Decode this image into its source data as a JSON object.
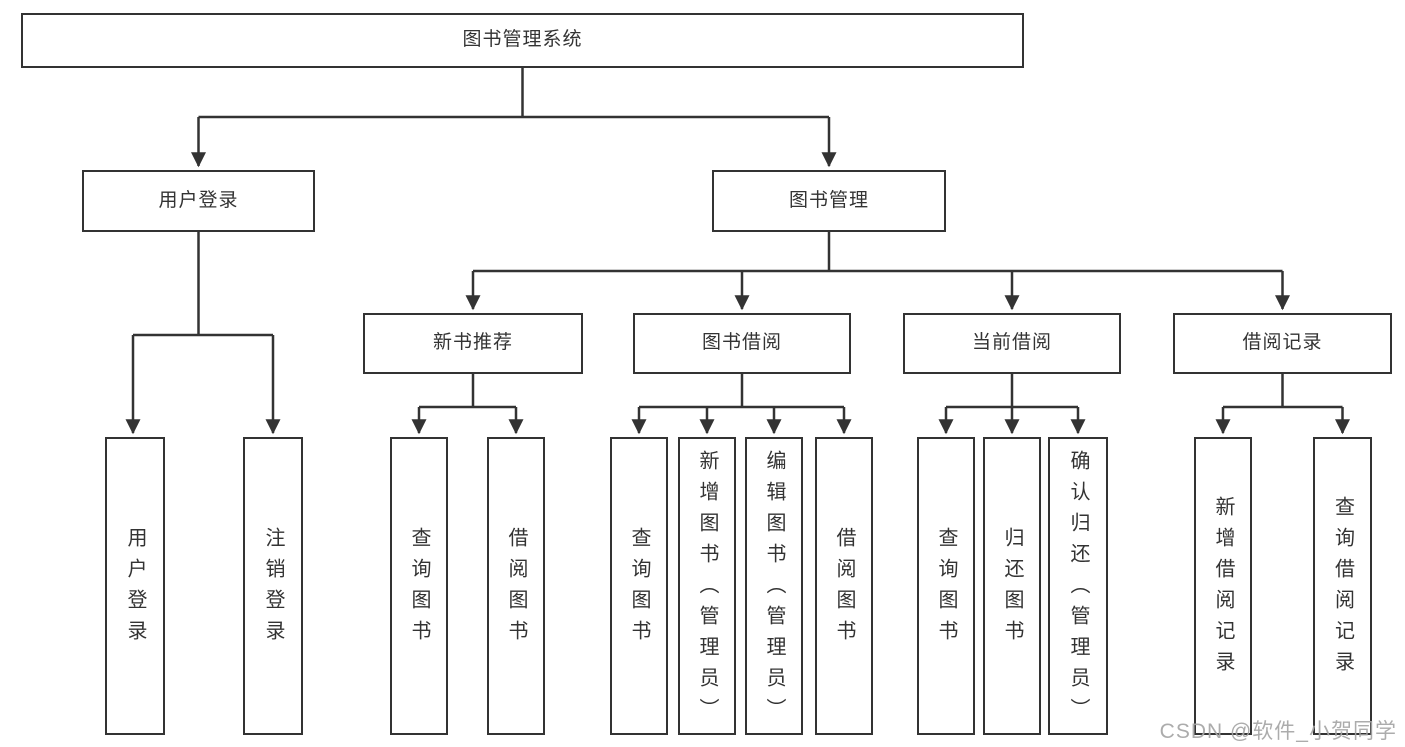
{
  "colors": {
    "line": "#333333",
    "node_border": "#333333",
    "text": "#333333",
    "background": "#ffffff",
    "watermark": "#a5a5a5"
  },
  "watermark": {
    "text": "CSDN @软件_小贺同学"
  },
  "tree": {
    "root": {
      "label": "图书管理系统",
      "children": [
        {
          "label": "用户登录",
          "children": [
            {
              "label": "用户登录"
            },
            {
              "label": "注销登录"
            }
          ]
        },
        {
          "label": "图书管理",
          "children": [
            {
              "label": "新书推荐",
              "children": [
                {
                  "label": "查询图书"
                },
                {
                  "label": "借阅图书"
                }
              ]
            },
            {
              "label": "图书借阅",
              "children": [
                {
                  "label": "查询图书"
                },
                {
                  "label": "新增图书（管理员）"
                },
                {
                  "label": "编辑图书（管理员）"
                },
                {
                  "label": "借阅图书"
                }
              ]
            },
            {
              "label": "当前借阅",
              "children": [
                {
                  "label": "查询图书"
                },
                {
                  "label": "归还图书"
                },
                {
                  "label": "确认归还（管理员）"
                }
              ]
            },
            {
              "label": "借阅记录",
              "children": [
                {
                  "label": "新增借阅记录"
                },
                {
                  "label": "查询借阅记录"
                }
              ]
            }
          ]
        }
      ]
    }
  }
}
